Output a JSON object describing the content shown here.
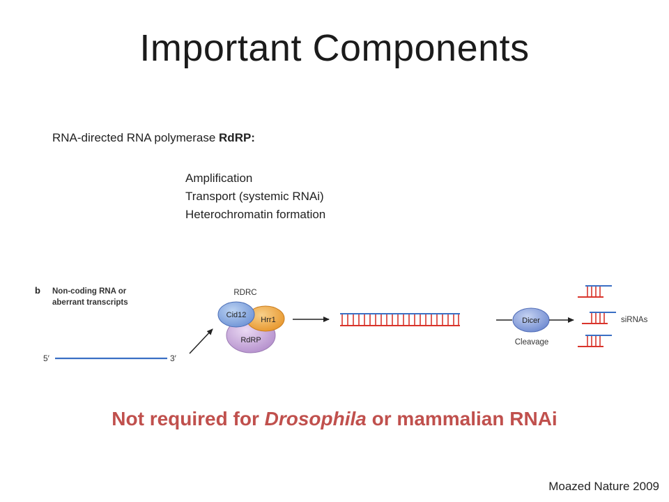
{
  "slide": {
    "title": "Important Components",
    "heading_prefix": "RNA-directed RNA polymerase ",
    "heading_bold": "RdRP:",
    "functions": [
      "Amplification",
      "Transport (systemic RNAi)",
      "Heterochromatin formation"
    ],
    "note_before": "Not required for ",
    "note_italic": "Drosophila",
    "note_after": " or mammalian RNAi",
    "citation": "Moazed Nature 2009"
  },
  "figure": {
    "panel_label": "b",
    "source_label_line1": "Non-coding RNA or",
    "source_label_line2": "aberrant transcripts",
    "five_prime": "5′",
    "three_prime": "3′",
    "complex_name": "RDRC",
    "protein_cid12": "Cid12",
    "protein_hrr1": "Hrr1",
    "protein_rdrp": "RdRP",
    "dicer": "Dicer",
    "cleavage": "Cleavage",
    "sirnas": "siRNAs",
    "colors": {
      "blue_strand": "#3a6fc4",
      "red_strand": "#d9342b",
      "orange": "#f0a640",
      "purple": "#c7a6d9",
      "dicer_blue": "#7a97d6"
    }
  }
}
